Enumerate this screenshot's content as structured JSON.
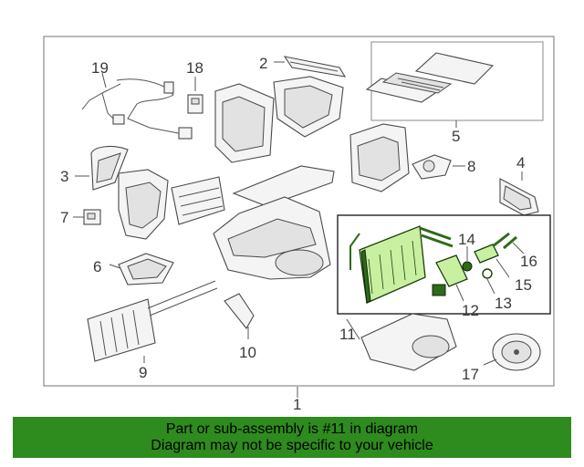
{
  "callouts": {
    "c1": "1",
    "c2": "2",
    "c3": "3",
    "c4": "4",
    "c5": "5",
    "c6": "6",
    "c7": "7",
    "c8": "8",
    "c9": "9",
    "c10": "10",
    "c11": "11",
    "c12": "12",
    "c13": "13",
    "c14": "14",
    "c15": "15",
    "c16": "16",
    "c17": "17",
    "c18": "18",
    "c19": "19"
  },
  "banner": {
    "line1": "Part or sub-assembly is #11 in diagram",
    "line2": "Diagram may not be specific to your vehicle",
    "color": "#2e8b1e"
  },
  "highlight_color": "#c9f0a0"
}
